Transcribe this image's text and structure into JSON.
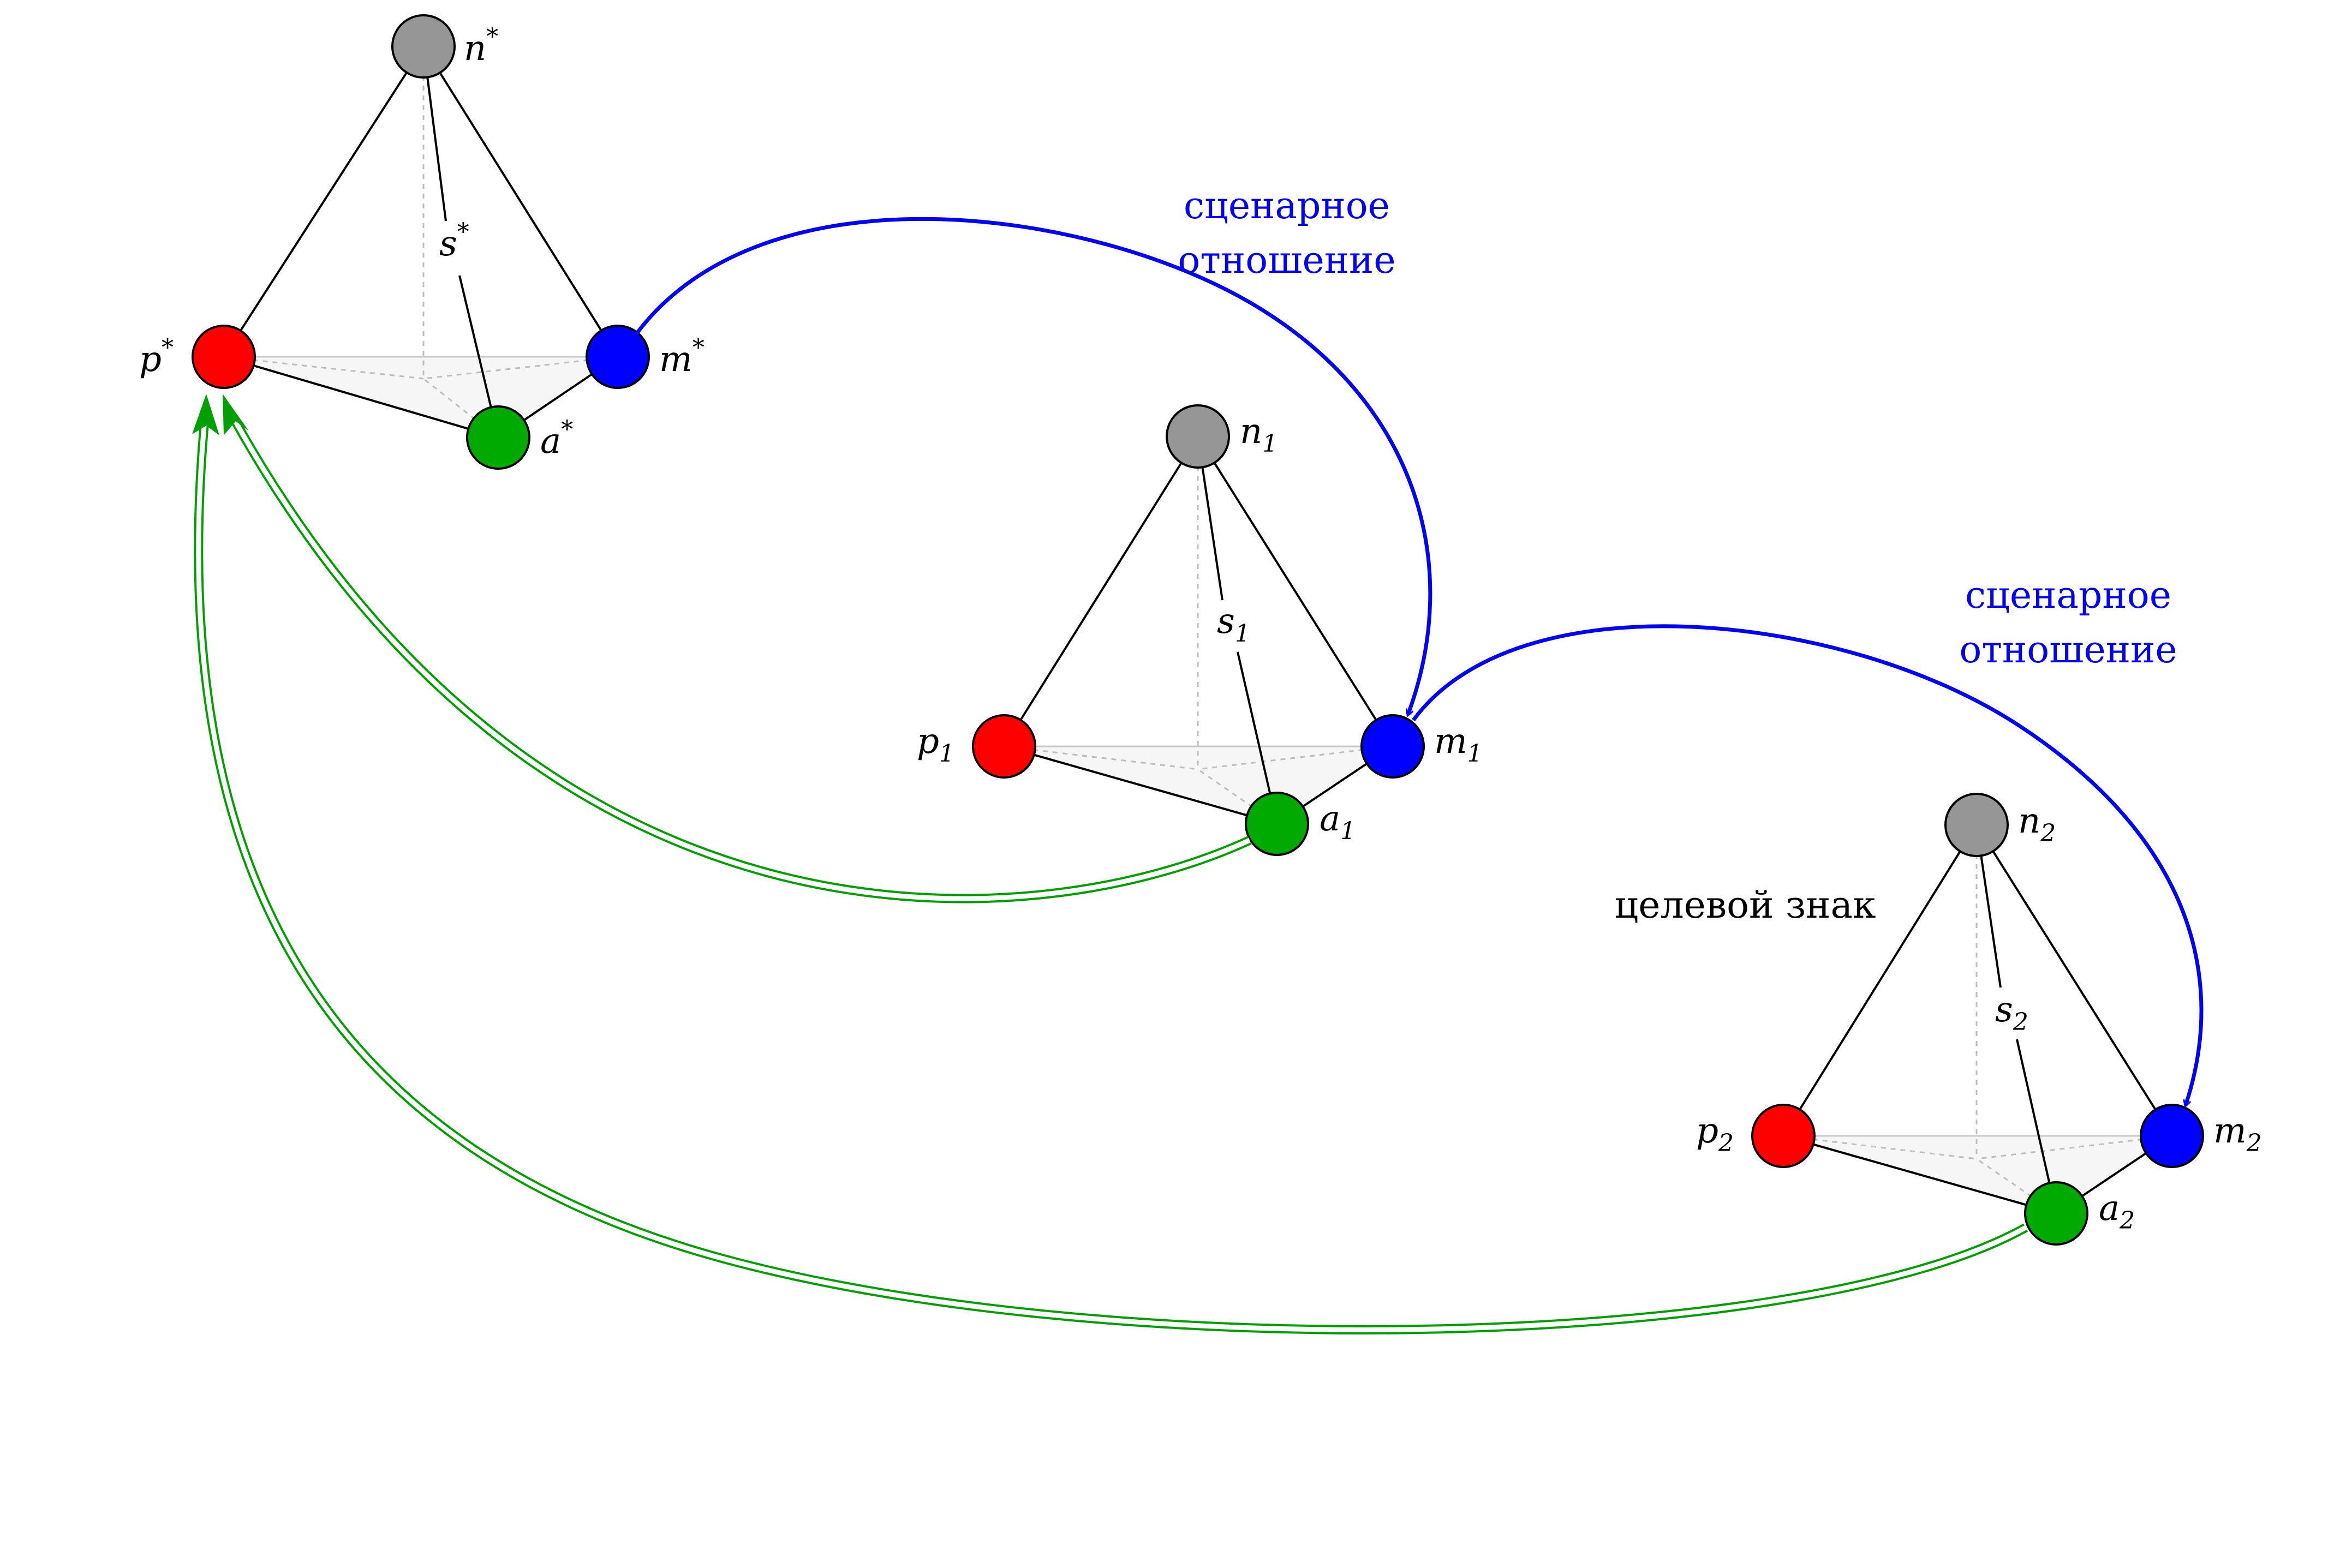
{
  "tetrahedra": [
    {
      "id": "star",
      "apex": "n",
      "subscript": "*",
      "labels": {
        "n": "n",
        "s": "s",
        "p": "p",
        "m": "m",
        "a": "a"
      }
    },
    {
      "id": "one",
      "apex": "n",
      "subscript": "1",
      "labels": {
        "n": "n",
        "s": "s",
        "p": "p",
        "m": "m",
        "a": "a"
      }
    },
    {
      "id": "two",
      "apex": "n",
      "subscript": "2",
      "labels": {
        "n": "n",
        "s": "s",
        "p": "p",
        "m": "m",
        "a": "a"
      }
    }
  ],
  "relations": {
    "scenario_1": {
      "line1": "сценарное",
      "line2": "отношение"
    },
    "scenario_2": {
      "line1": "сценарное",
      "line2": "отношение"
    },
    "target_sign": "целевой знак"
  },
  "colors": {
    "n": "#969696",
    "p": "#ff0000",
    "m": "#0000ff",
    "a": "#00aa00",
    "relation_arrow": "#0000ff",
    "target_arrow": "#00a000"
  }
}
